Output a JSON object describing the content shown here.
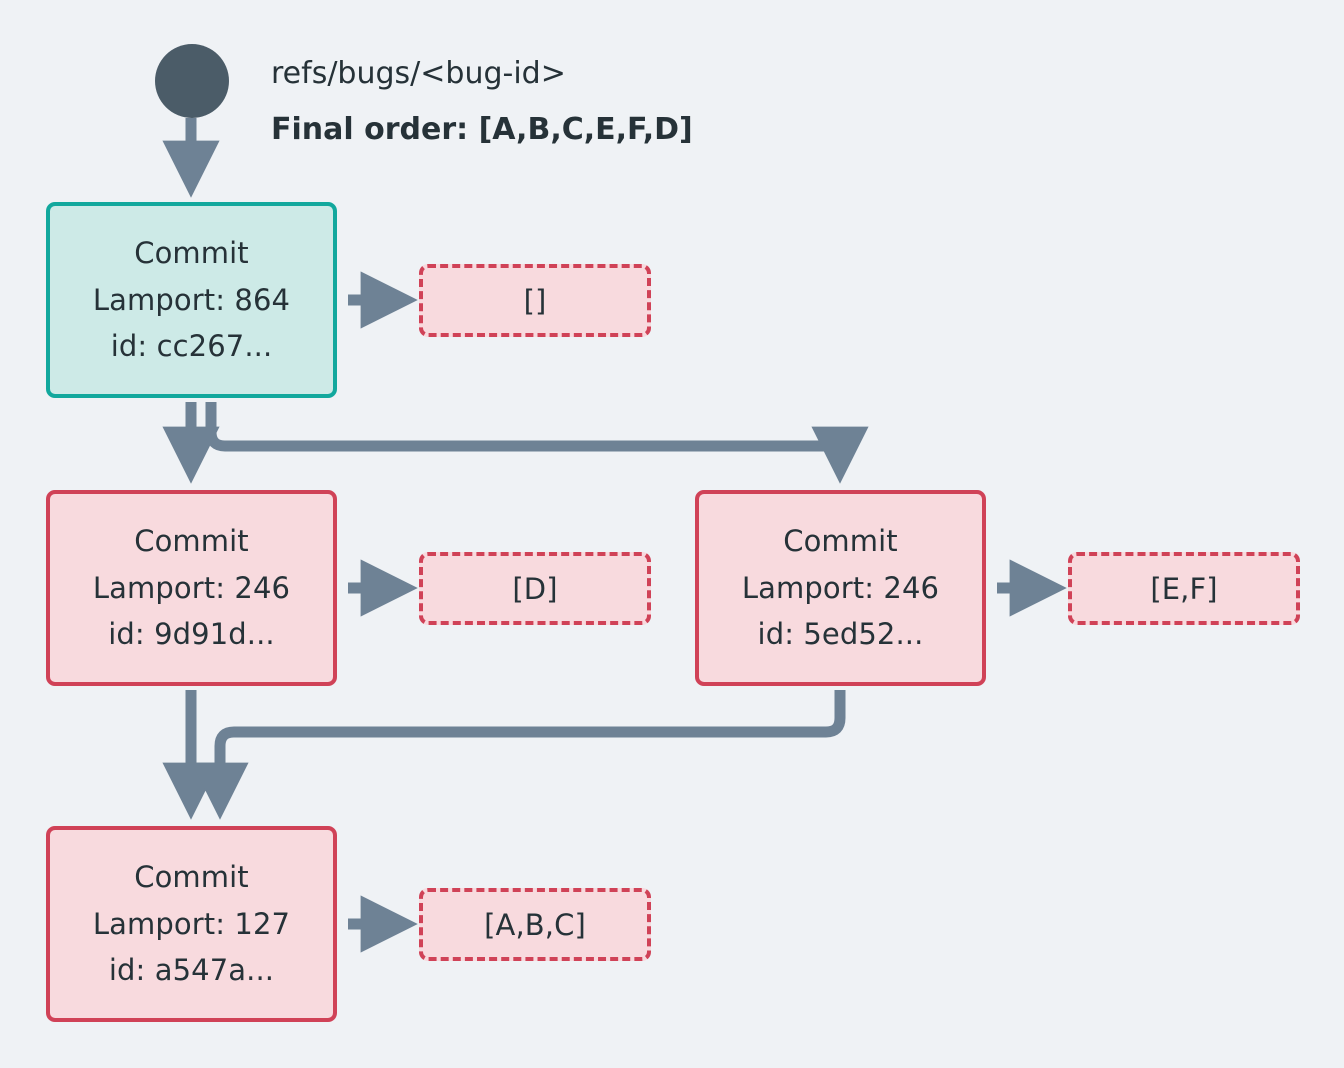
{
  "diagram": {
    "title_ref": "refs/bugs/<bug-id>",
    "final_order": "Final order: [A,B,C,E,F,D]",
    "background_color": "#eff2f5",
    "edge_color": "#6e8295",
    "root_node_color": "#4b5c68",
    "start_fill": "#cdeae7",
    "start_border": "#12a89d",
    "commit_fill": "#f8dade",
    "commit_border": "#d04257",
    "text_color": "#263238"
  },
  "nodes": [
    {
      "id": "root",
      "kind": "root-dot",
      "label": ""
    },
    {
      "id": "c864",
      "kind": "commit-start",
      "line1": "Commit",
      "line2": "Lamport: 864",
      "line3": "id: cc267..."
    },
    {
      "id": "c246a",
      "kind": "commit-plain",
      "line1": "Commit",
      "line2": "Lamport: 246",
      "line3": "id: 9d91d..."
    },
    {
      "id": "c246b",
      "kind": "commit-plain",
      "line1": "Commit",
      "line2": "Lamport: 246",
      "line3": "id: 5ed52..."
    },
    {
      "id": "c127",
      "kind": "commit-plain",
      "line1": "Commit",
      "line2": "Lamport: 127",
      "line3": "id: a547a..."
    }
  ],
  "payloads": [
    {
      "id": "p-empty",
      "label": "[]",
      "from": "c864"
    },
    {
      "id": "p-d",
      "label": "[D]",
      "from": "c246a"
    },
    {
      "id": "p-ef",
      "label": "[E,F]",
      "from": "c246b"
    },
    {
      "id": "p-abc",
      "label": "[A,B,C]",
      "from": "c127"
    }
  ],
  "edges": [
    {
      "from": "root",
      "to": "c864",
      "style": "straight"
    },
    {
      "from": "c864",
      "to": "c246a",
      "style": "straight"
    },
    {
      "from": "c864",
      "to": "c246b",
      "style": "elbow-right"
    },
    {
      "from": "c246a",
      "to": "c127",
      "style": "straight"
    },
    {
      "from": "c246b",
      "to": "c127",
      "style": "elbow-left"
    },
    {
      "from": "c864",
      "to": "p-empty",
      "style": "short-right"
    },
    {
      "from": "c246a",
      "to": "p-d",
      "style": "short-right"
    },
    {
      "from": "c246b",
      "to": "p-ef",
      "style": "short-right"
    },
    {
      "from": "c127",
      "to": "p-abc",
      "style": "short-right"
    }
  ]
}
